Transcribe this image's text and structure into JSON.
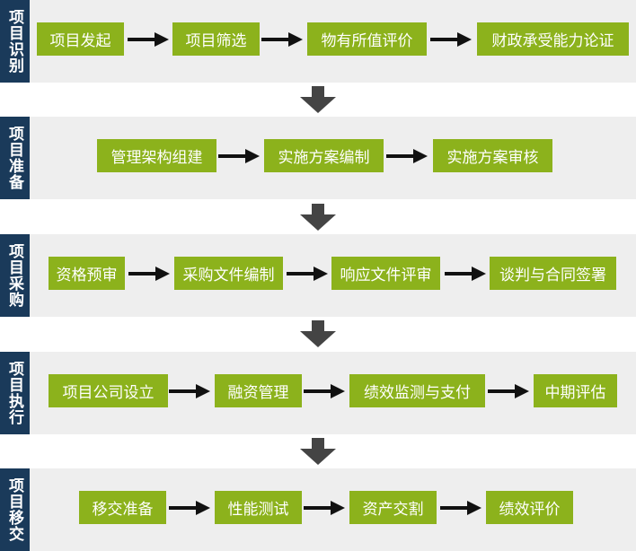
{
  "colors": {
    "stage_label_bg": "#1a3a5a",
    "stage_bg": "#eeeeee",
    "step_bg": "#8cb21c",
    "step_text": "#ffffff",
    "arrow": "#111111",
    "down_arrow": "#444444"
  },
  "stages": [
    {
      "label": "项目识别",
      "steps": [
        "项目发起",
        "项目筛选",
        "物有所值评价",
        "财政承受能力论证"
      ]
    },
    {
      "label": "项目准备",
      "steps": [
        "管理架构组建",
        "实施方案编制",
        "实施方案审核"
      ]
    },
    {
      "label": "项目采购",
      "steps": [
        "资格预审",
        "采购文件编制",
        "响应文件评审",
        "谈判与合同签署"
      ]
    },
    {
      "label": "项目执行",
      "steps": [
        "项目公司设立",
        "融资管理",
        "绩效监测与支付",
        "中期评估"
      ]
    },
    {
      "label": "项目移交",
      "steps": [
        "移交准备",
        "性能测试",
        "资产交割",
        "绩效评价"
      ]
    }
  ]
}
